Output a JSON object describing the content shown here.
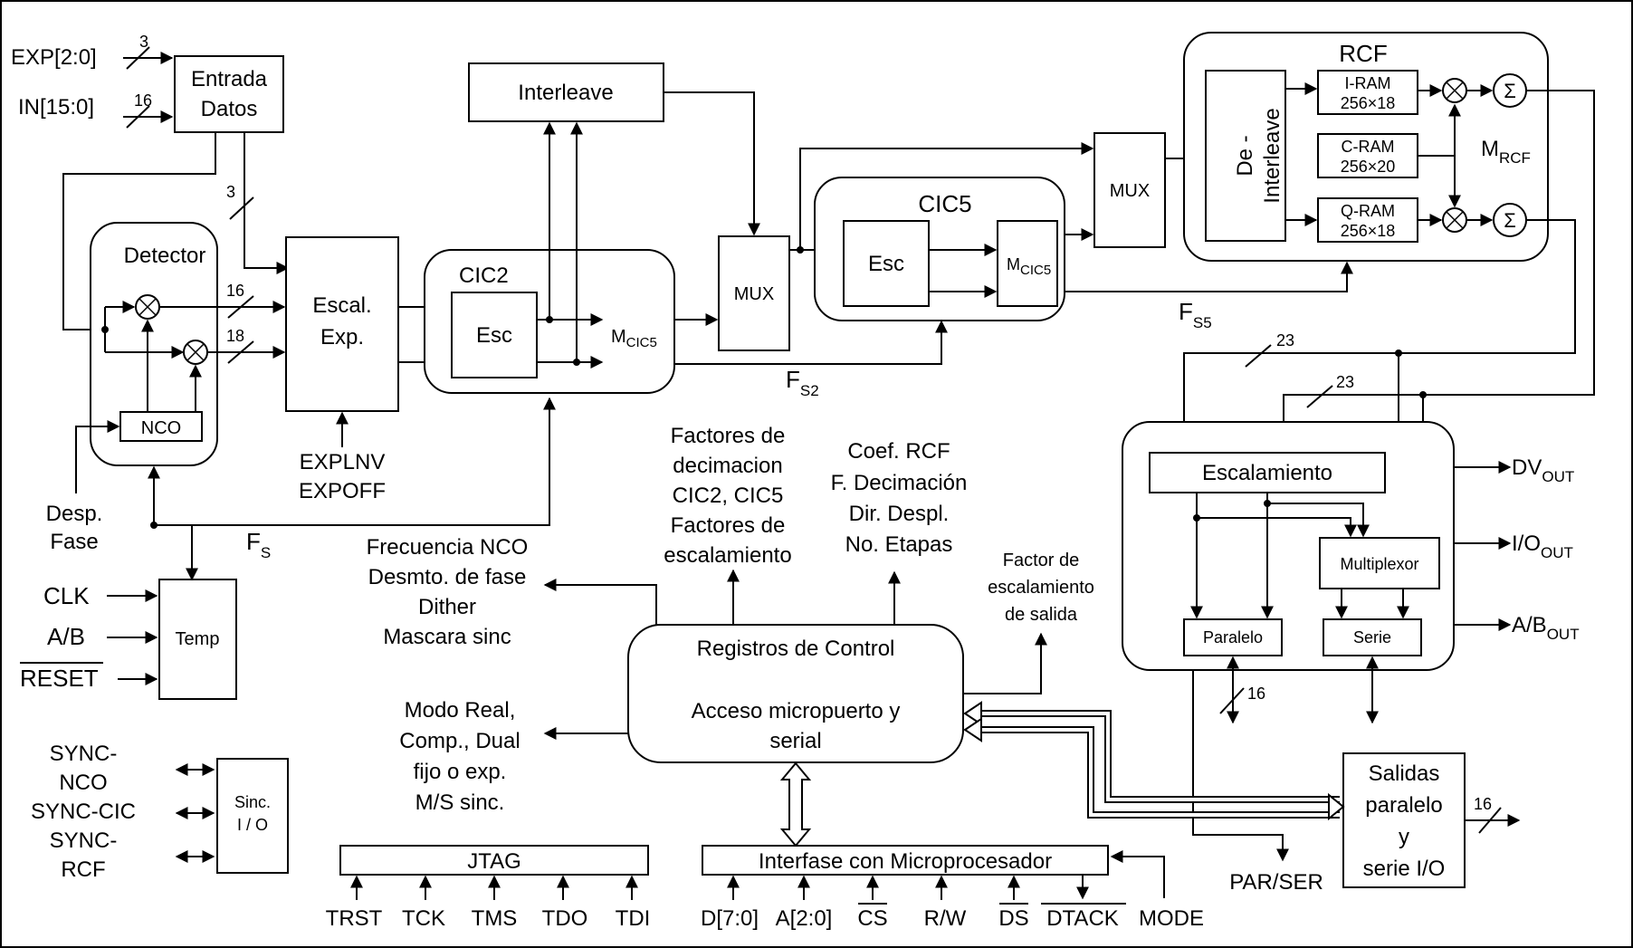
{
  "blocks": {
    "entrada": [
      "Entrada",
      "Datos"
    ],
    "detector": "Detector",
    "nco": "NCO",
    "escal": [
      "Escal.",
      "Exp."
    ],
    "cic2": "CIC2",
    "cic5": "CIC5",
    "esc": "Esc",
    "mcic5_main": "M",
    "mcic5_sub": "CIC5",
    "interleave": "Interleave",
    "mux": "MUX",
    "rcf": "RCF",
    "deinterleave": [
      "De -",
      "Interleave"
    ],
    "iram": [
      "I-RAM",
      "256×18"
    ],
    "cram": [
      "C-RAM",
      "256×20"
    ],
    "qram": [
      "Q-RAM",
      "256×18"
    ],
    "mrcf_main": "M",
    "mrcf_sub": "RCF",
    "sigma": "Σ",
    "temp": "Temp",
    "sinc": [
      "Sinc.",
      "I / O"
    ],
    "escalamiento": "Escalamiento",
    "multiplexor": "Multiplexor",
    "paralelo": "Paralelo",
    "serie": "Serie",
    "registros": [
      "Registros de Control",
      "Acceso micropuerto y",
      "serial"
    ],
    "salidas": [
      "Salidas",
      "paralelo",
      "y",
      "serie I/O"
    ],
    "jtag": "JTAG",
    "interfase": "Interfase con Microprocesador"
  },
  "signals": {
    "exp": "EXP[2:0]",
    "in": "IN[15:0]",
    "explnv": [
      "EXPLNV",
      "EXPOFF"
    ],
    "desp": [
      "Desp.",
      "Fase"
    ],
    "fs_main": "F",
    "fs_sub": "S",
    "fs2_sub": "S2",
    "fs5_sub": "S5",
    "clk": "CLK",
    "ab": "A/B",
    "reset": "RESET",
    "sync_nco": [
      "SYNC-",
      "NCO"
    ],
    "sync_cic": "SYNC-CIC",
    "sync_rcf": [
      "SYNC-",
      "RCF"
    ],
    "frecuencia": [
      "Frecuencia NCO",
      "Desmto. de fase",
      "Dither",
      "Mascara sinc"
    ],
    "factores": [
      "Factores de",
      "decimacion",
      "CIC2, CIC5",
      "Factores de",
      "escalamiento"
    ],
    "coef": [
      "Coef. RCF",
      "F. Decimación",
      "Dir. Despl.",
      "No. Etapas"
    ],
    "factor_salida": [
      "Factor de",
      "escalamiento",
      "de salida"
    ],
    "modo": [
      "Modo Real,",
      "Comp., Dual",
      "fijo o exp.",
      "M/S sinc."
    ],
    "dv_main": "DV",
    "io_main": "I/O",
    "ab_main": "A/B",
    "out_sub": "OUT",
    "parser": "PAR/SER",
    "jtag_pins": [
      "TRST",
      "TCK",
      "TMS",
      "TDO",
      "TDI"
    ],
    "micro_pins": [
      "D[7:0]",
      "A[2:0]",
      "CS",
      "R/W",
      "DS",
      "DTACK",
      "MODE"
    ]
  },
  "bus_widths": {
    "exp": "3",
    "in": "16",
    "exp_internal": "3",
    "i_path": "16",
    "q_path": "18",
    "bus_a": "23",
    "bus_b": "23",
    "paralelo_bus": "16",
    "salidas_bus": "16"
  }
}
